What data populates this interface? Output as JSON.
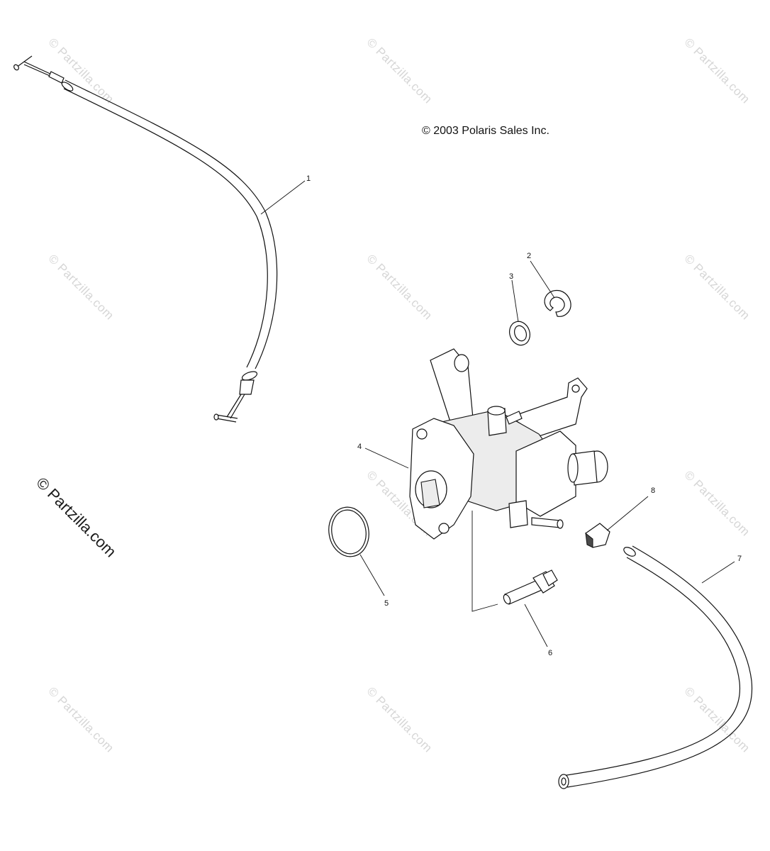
{
  "diagram": {
    "copyright": "© 2003 Polaris Sales Inc.",
    "watermark_text": "© Partzilla.com",
    "watermark_large": "© Partzilla.com",
    "callouts": [
      "1",
      "2",
      "3",
      "4",
      "5",
      "6",
      "7",
      "8"
    ],
    "parts": [
      "throttle-cable",
      "e-clip",
      "washer",
      "oil-pump",
      "o-ring",
      "flange-bolt",
      "oil-hose",
      "hose-clamp"
    ]
  }
}
